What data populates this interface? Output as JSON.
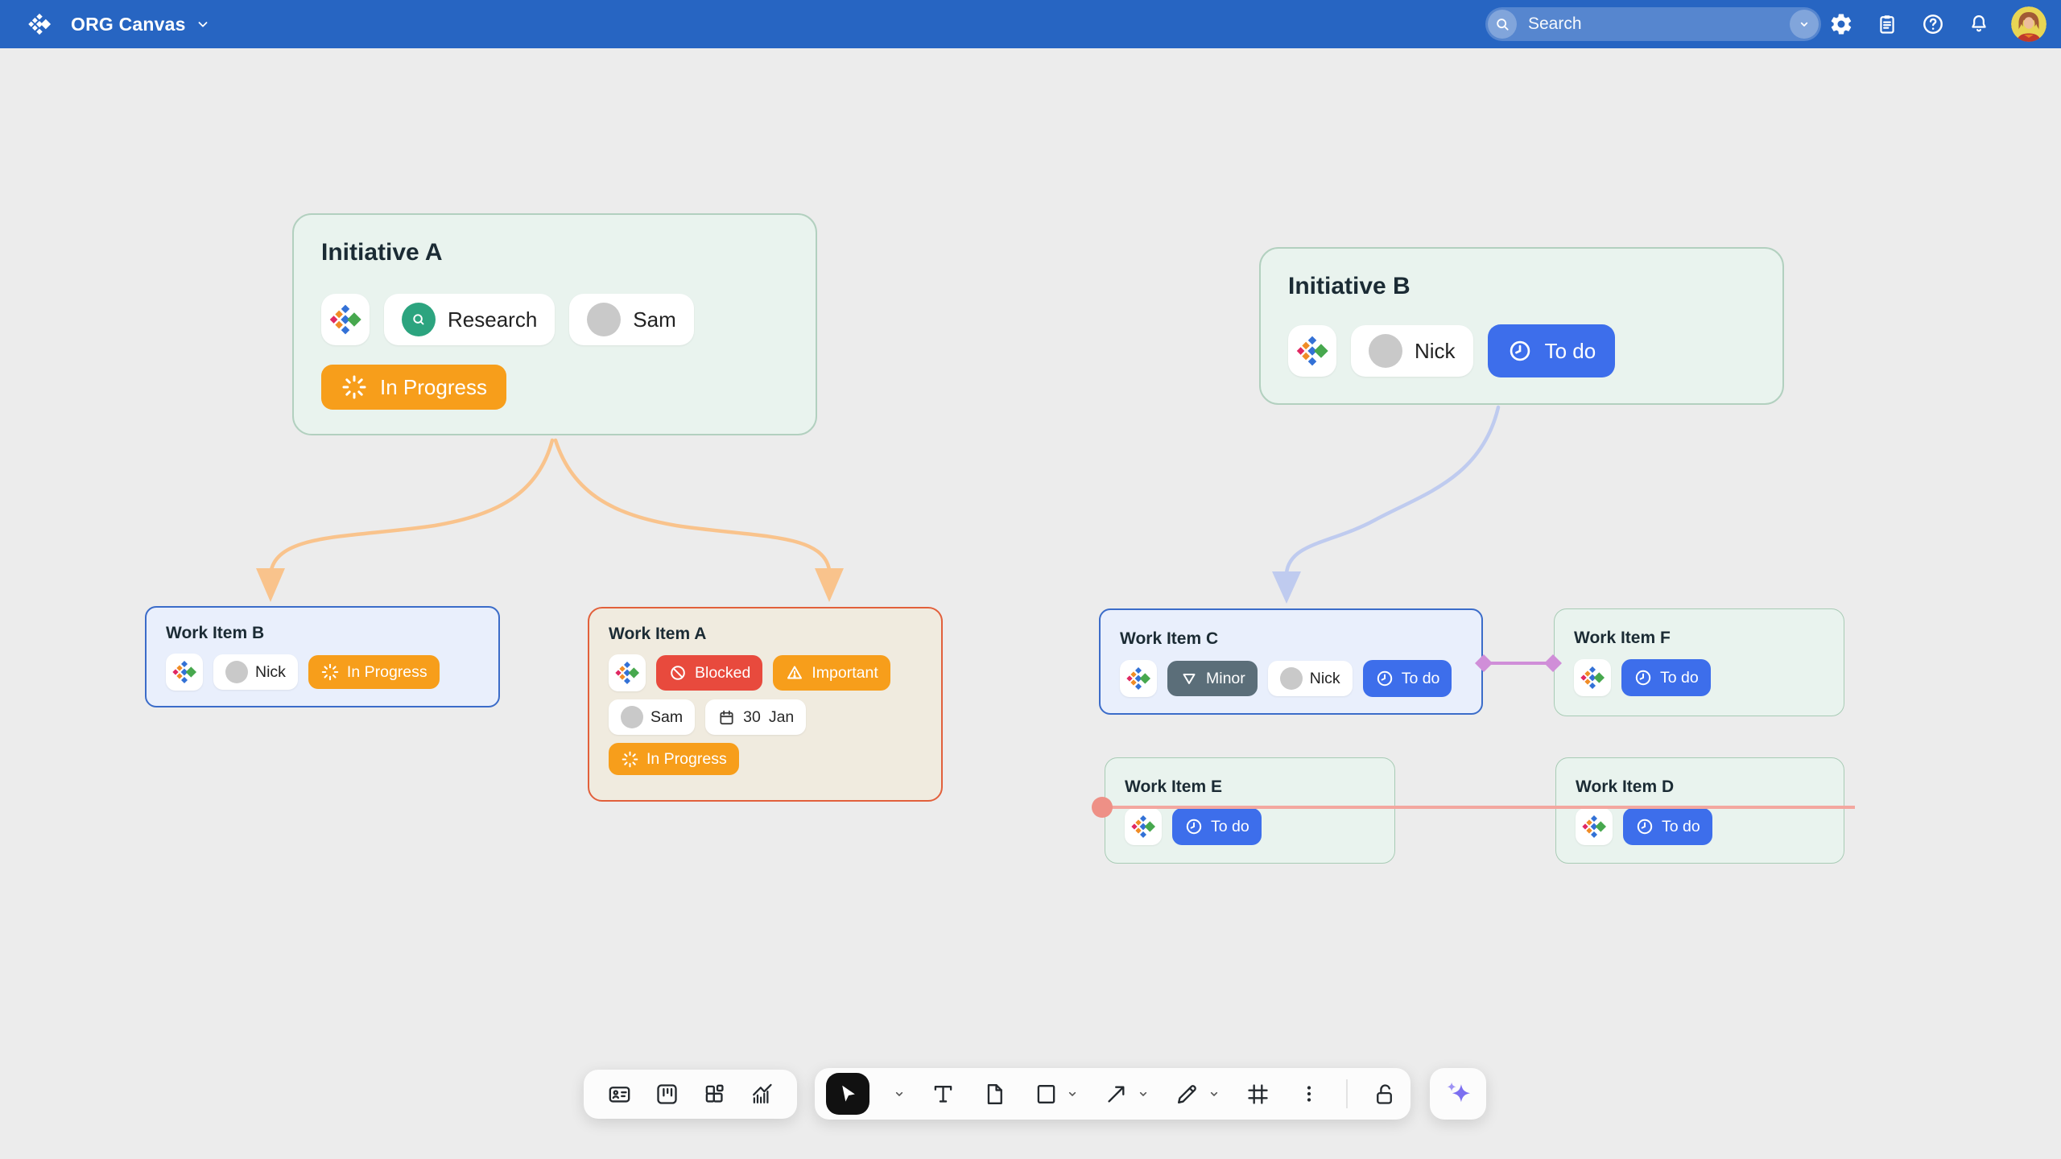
{
  "topbar": {
    "app_title": "ORG Canvas",
    "search_placeholder": "Search",
    "icons": [
      "app-logo",
      "settings-gear",
      "clipboard",
      "help",
      "notifications-bell",
      "user-avatar"
    ]
  },
  "cards": {
    "initiative_a": {
      "title": "Initiative A",
      "project_label": "Research",
      "assignee": "Sam",
      "status": "In Progress"
    },
    "initiative_b": {
      "title": "Initiative B",
      "assignee": "Nick",
      "status": "To do"
    },
    "work_item_b": {
      "title": "Work Item B",
      "assignee": "Nick",
      "status": "In Progress"
    },
    "work_item_a": {
      "title": "Work Item A",
      "flag": "Blocked",
      "priority": "Important",
      "assignee": "Sam",
      "due_day": "30",
      "due_month": "Jan",
      "status": "In Progress"
    },
    "work_item_c": {
      "title": "Work Item C",
      "severity": "Minor",
      "assignee": "Nick",
      "status": "To do"
    },
    "work_item_f": {
      "title": "Work Item F",
      "status": "To do"
    },
    "work_item_e": {
      "title": "Work Item E",
      "status": "To do"
    },
    "work_item_d": {
      "title": "Work Item D",
      "status": "To do"
    }
  },
  "connectors": [
    {
      "from": "initiative_a",
      "to": "work_item_b",
      "style": "orange-arrow"
    },
    {
      "from": "initiative_a",
      "to": "work_item_a",
      "style": "orange-arrow"
    },
    {
      "from": "initiative_b",
      "to": "work_item_c",
      "style": "lavender-arrow"
    },
    {
      "from": "work_item_c",
      "to": "work_item_f",
      "style": "orchid-diamond-link"
    },
    {
      "from": "work_item_e",
      "to": "work_item_d",
      "style": "salmon-line"
    }
  ],
  "toolbar": {
    "insert_tools": [
      "card-tool",
      "kanban-tool",
      "layout-blocks-tool",
      "chart-tool"
    ],
    "tools": [
      "select-tool",
      "text-tool",
      "page-tool",
      "shape-tool",
      "connector-tool",
      "pen-tool",
      "frame-tool",
      "more-tool",
      "lock-tool"
    ],
    "ai_tool": "ai-sparkle"
  },
  "colors": {
    "topbar": "#2765c2",
    "canvas_bg": "#ececec",
    "status_in_progress": "#f79e1b",
    "status_todo": "#3d6eeb",
    "flag_blocked": "#e84a3d",
    "priority_important": "#f79e1b",
    "severity_minor": "#5b6e79",
    "project_research": "#2ca47f",
    "initiative_card": "#e9f3ee",
    "work_card_blue": "#e9effc",
    "work_card_tan": "#f0ebdf",
    "arrow_orange": "#f9c38c",
    "arrow_lavender": "#bfcbef",
    "link_orchid": "#d08ed8",
    "link_salmon": "#f3a79f",
    "ai_accent": "#7c6ff0"
  }
}
